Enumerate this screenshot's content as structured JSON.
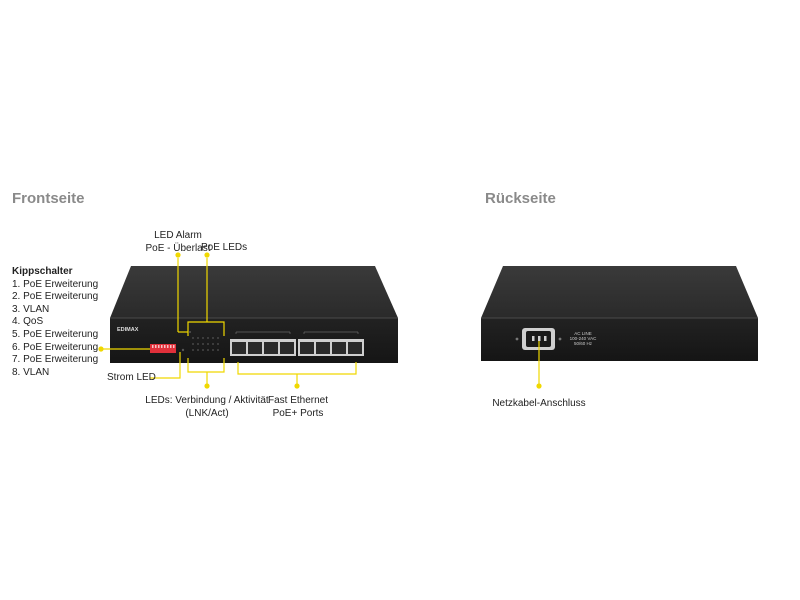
{
  "headings": {
    "front": "Frontseite",
    "back": "Rückseite"
  },
  "front_labels": {
    "led_alarm": "LED Alarm",
    "poe_overload": "PoE - Überlast",
    "poe_leds": "PoE LEDs",
    "power_led": "Strom LED",
    "link_leds_line1": "LEDs: Verbindung / Aktivität",
    "link_leds_line2": "(LNK/Act)",
    "fast_ethernet_line1": "Fast Ethernet",
    "fast_ethernet_line2": "PoE+ Ports"
  },
  "dip_switch": {
    "title": "Kippschalter",
    "items": [
      "1. PoE Erweiterung",
      "2. PoE Erweiterung",
      "3. VLAN",
      "4. QoS",
      "5. PoE Erweiterung",
      "6. PoE Erweiterung",
      "7. PoE Erweiterung",
      "8. VLAN"
    ]
  },
  "device_print": {
    "brand": "EDIMAX",
    "back_line1": "AC LINE",
    "back_line2": "100-240 VAC",
    "back_line3": "50/60 Hz"
  },
  "back_labels": {
    "power_connector": "Netzkabel-Anschluss"
  },
  "colors": {
    "callout": "#f0d800",
    "heading": "#8a8a8a",
    "chassis": "#1c1c1c",
    "dip_switch": "#e0303a"
  }
}
